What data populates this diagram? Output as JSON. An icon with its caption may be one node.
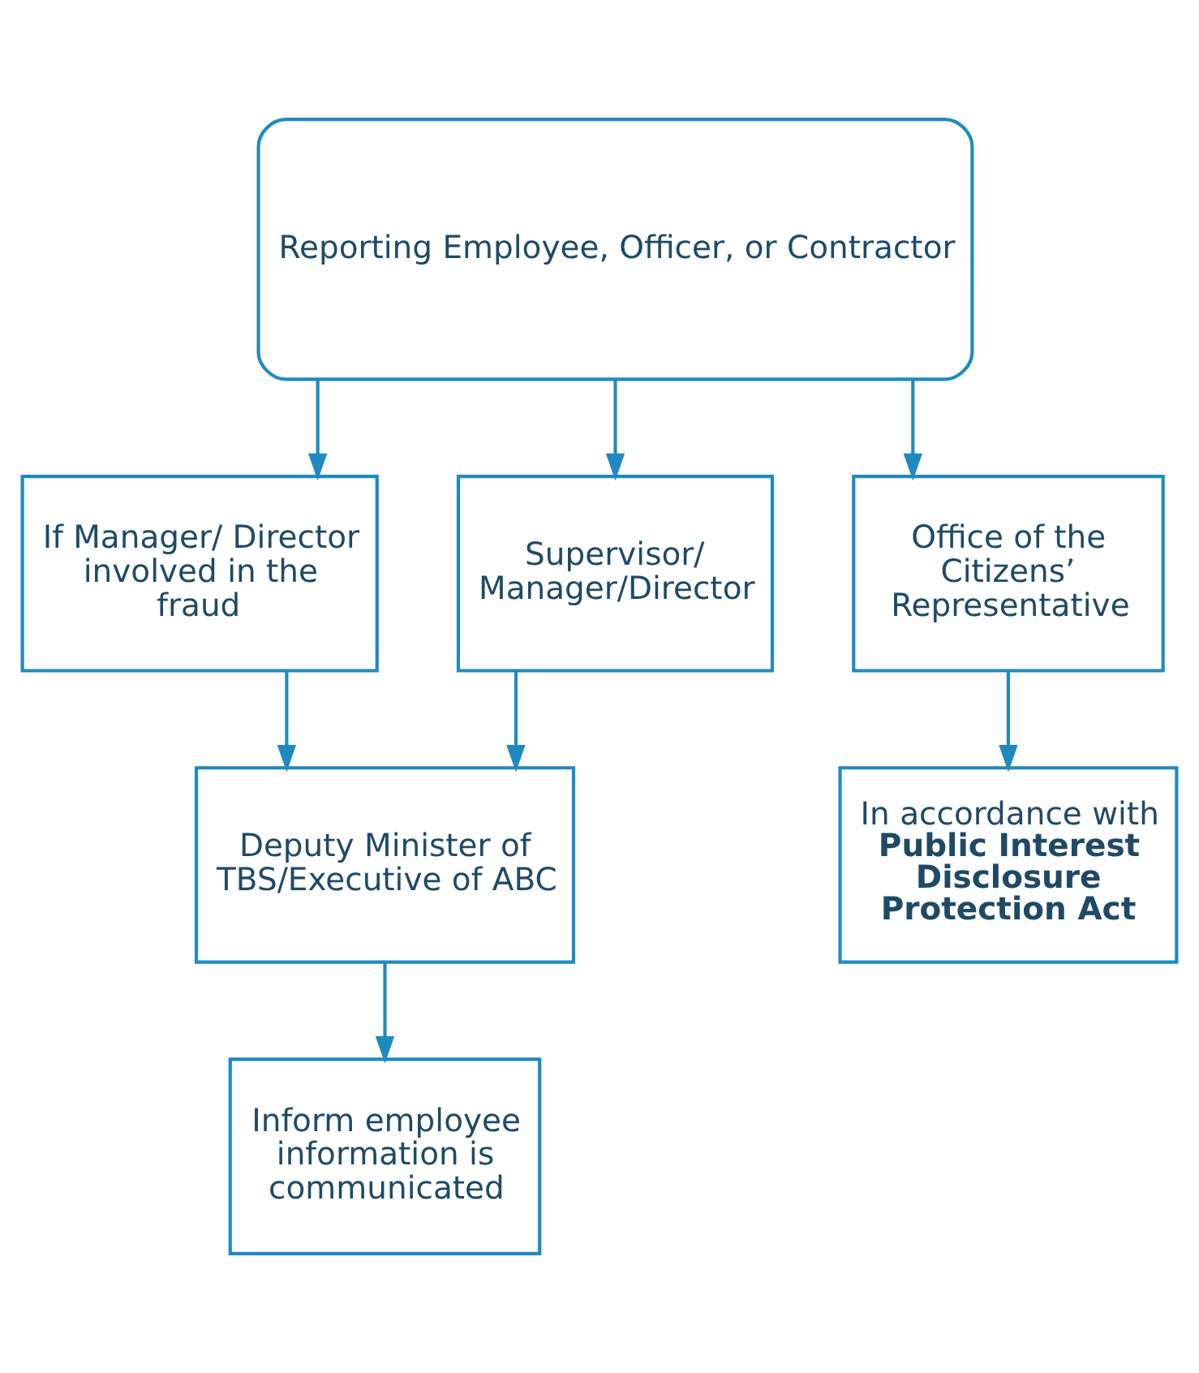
{
  "diagram": {
    "nodes": [
      {
        "text": [
          "Reporting Employee, Officer, or Contractor"
        ]
      },
      {
        "text": [
          "If Manager/ Director involved in the fraud"
        ]
      },
      {
        "text": [
          "Supervisor/ Manager/Director"
        ]
      },
      {
        "text": [
          "Office of the Citizens’ Representative"
        ]
      },
      {
        "text": [
          "Deputy Minister of TBS/Executive of ABC"
        ]
      },
      {
        "text": [
          "In accordance with",
          "Public Interest Disclosure Protection Act"
        ]
      },
      {
        "text": [
          "Inform employee information is communicated"
        ]
      }
    ],
    "edges": [
      {
        "from": 0,
        "to": 1,
        "arrow": "to"
      },
      {
        "from": 0,
        "to": 2,
        "arrow": "to"
      },
      {
        "from": 0,
        "to": 3,
        "arrow": "to"
      },
      {
        "from": 2,
        "to": 4,
        "arrow": "to"
      },
      {
        "from": 1,
        "to": 4,
        "arrow": "to"
      },
      {
        "from": 3,
        "to": 5,
        "arrow": "to"
      },
      {
        "from": 4,
        "to": 6,
        "arrow": "to"
      }
    ]
  }
}
